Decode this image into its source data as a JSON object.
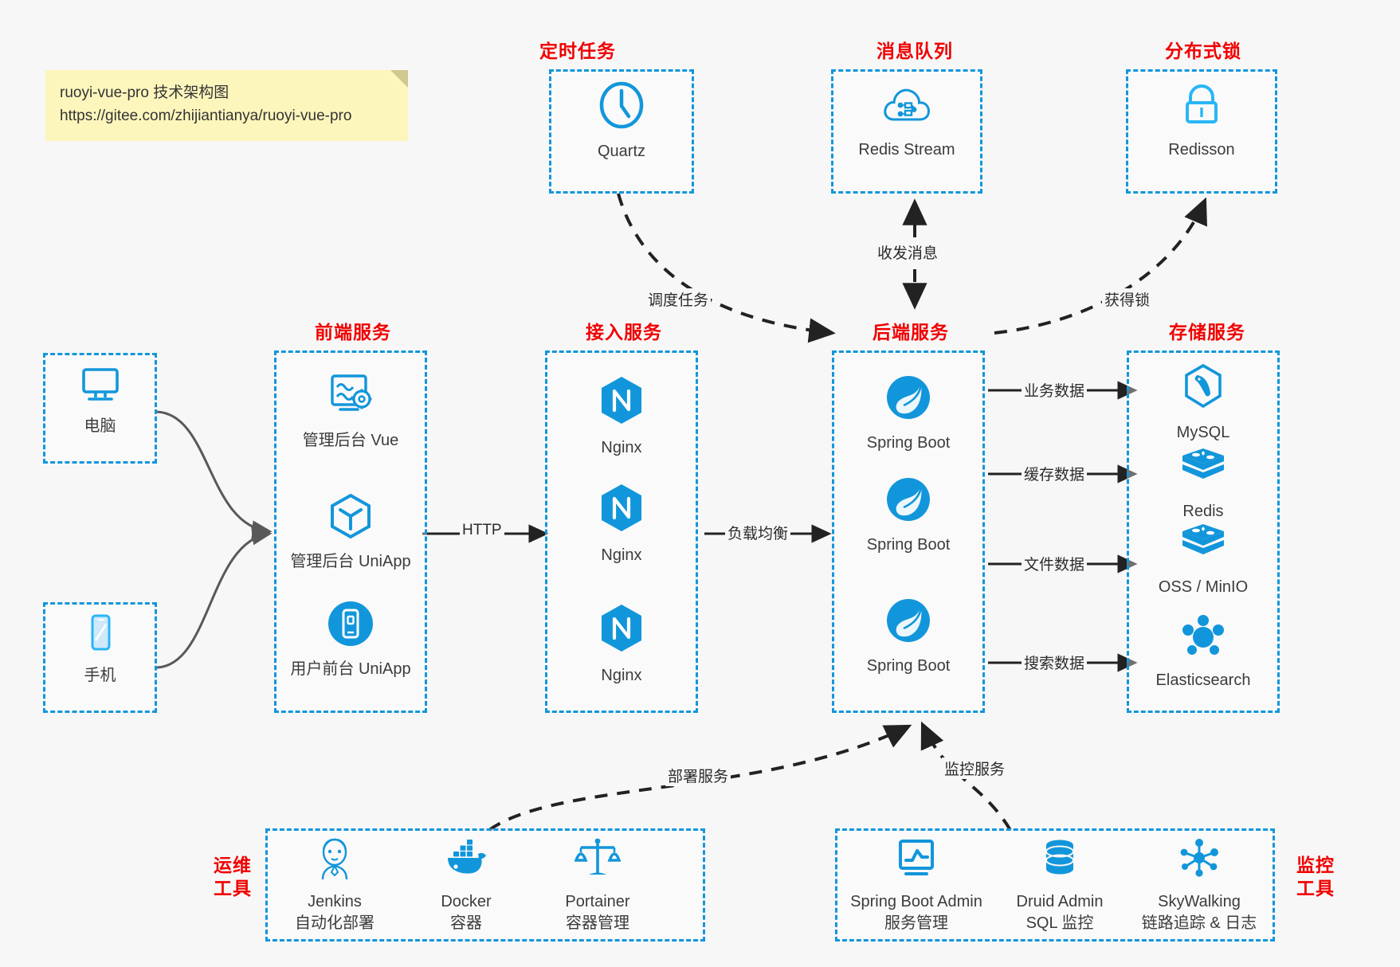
{
  "note": {
    "line1": "ruoyi-vue-pro 技术架构图",
    "line2": "https://gitee.com/zhijiantianya/ruoyi-vue-pro"
  },
  "colors": {
    "accent_blue": "#1296db",
    "title_red": "#f00000",
    "edge_gray": "#595959",
    "edge_dark": "#222222",
    "note_bg": "#fcf6bd",
    "page_bg": "#f7f7f7"
  },
  "groups": {
    "scheduler": {
      "title": "定时任务",
      "nodes": [
        {
          "label": "Quartz",
          "icon": "clock-icon"
        }
      ]
    },
    "mq": {
      "title": "消息队列",
      "nodes": [
        {
          "label": "Redis Stream",
          "icon": "cloud-stream-icon"
        }
      ]
    },
    "lock": {
      "title": "分布式锁",
      "nodes": [
        {
          "label": "Redisson",
          "icon": "lock-icon"
        }
      ]
    },
    "clients": {
      "pc": {
        "label": "电脑",
        "icon": "desktop-icon"
      },
      "mobile": {
        "label": "手机",
        "icon": "phone-icon"
      }
    },
    "frontend": {
      "title": "前端服务",
      "nodes": [
        {
          "label": "管理后台 Vue",
          "icon": "dashboard-gear-icon"
        },
        {
          "label": "管理后台 UniApp",
          "icon": "cube-icon"
        },
        {
          "label": "用户前台 UniApp",
          "icon": "mobile-app-icon"
        }
      ]
    },
    "gateway": {
      "title": "接入服务",
      "nodes": [
        {
          "label": "Nginx",
          "icon": "nginx-icon"
        },
        {
          "label": "Nginx",
          "icon": "nginx-icon"
        },
        {
          "label": "Nginx",
          "icon": "nginx-icon"
        }
      ]
    },
    "backend": {
      "title": "后端服务",
      "nodes": [
        {
          "label": "Spring Boot",
          "icon": "spring-icon"
        },
        {
          "label": "Spring Boot",
          "icon": "spring-icon"
        },
        {
          "label": "Spring Boot",
          "icon": "spring-icon"
        }
      ]
    },
    "storage": {
      "title": "存储服务",
      "nodes": [
        {
          "label": "MySQL",
          "icon": "mysql-icon"
        },
        {
          "label": "Redis",
          "icon": "redis-icon"
        },
        {
          "label": "OSS / MinIO",
          "icon": "oss-icon"
        },
        {
          "label": "Elasticsearch",
          "icon": "elasticsearch-icon"
        }
      ]
    },
    "devops": {
      "title": "运维\n工具",
      "title_line1": "运维",
      "title_line2": "工具",
      "nodes": [
        {
          "label": "Jenkins",
          "sublabel": "自动化部署",
          "icon": "jenkins-icon"
        },
        {
          "label": "Docker",
          "sublabel": "容器",
          "icon": "docker-icon"
        },
        {
          "label": "Portainer",
          "sublabel": "容器管理",
          "icon": "scales-icon"
        }
      ]
    },
    "monitor": {
      "title_line1": "监控",
      "title_line2": "工具",
      "nodes": [
        {
          "label": "Spring Boot Admin",
          "sublabel": "服务管理",
          "icon": "monitor-chart-icon"
        },
        {
          "label": "Druid Admin",
          "sublabel": "SQL 监控",
          "icon": "database-icon"
        },
        {
          "label": "SkyWalking",
          "sublabel": "链路追踪 & 日志",
          "icon": "skywalking-icon"
        }
      ]
    }
  },
  "edges": {
    "schedule_task": "调度任务",
    "send_receive_msg": "收发消息",
    "acquire_lock": "获得锁",
    "http": "HTTP",
    "load_balance": "负载均衡",
    "business_data": "业务数据",
    "cache_data": "缓存数据",
    "file_data": "文件数据",
    "search_data": "搜索数据",
    "deploy_service": "部署服务",
    "monitor_service": "监控服务"
  }
}
